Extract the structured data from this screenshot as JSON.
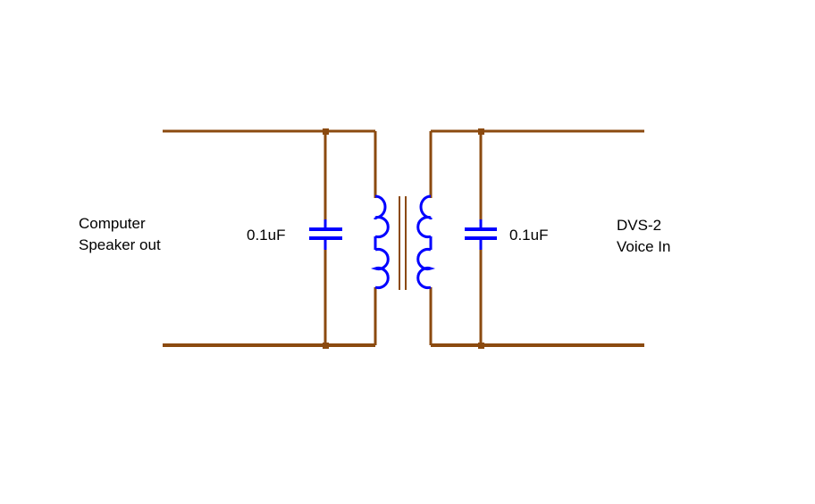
{
  "labels": {
    "left_line1": "Computer",
    "left_line2": "Speaker out",
    "cap_left": "0.1uF",
    "cap_right": "0.1uF",
    "right_line1": "DVS-2",
    "right_line2": "Voice In"
  },
  "colors": {
    "wire": "#8B4A0F",
    "component": "#0000FF",
    "text": "#000000",
    "background": "#FFFFFF"
  }
}
